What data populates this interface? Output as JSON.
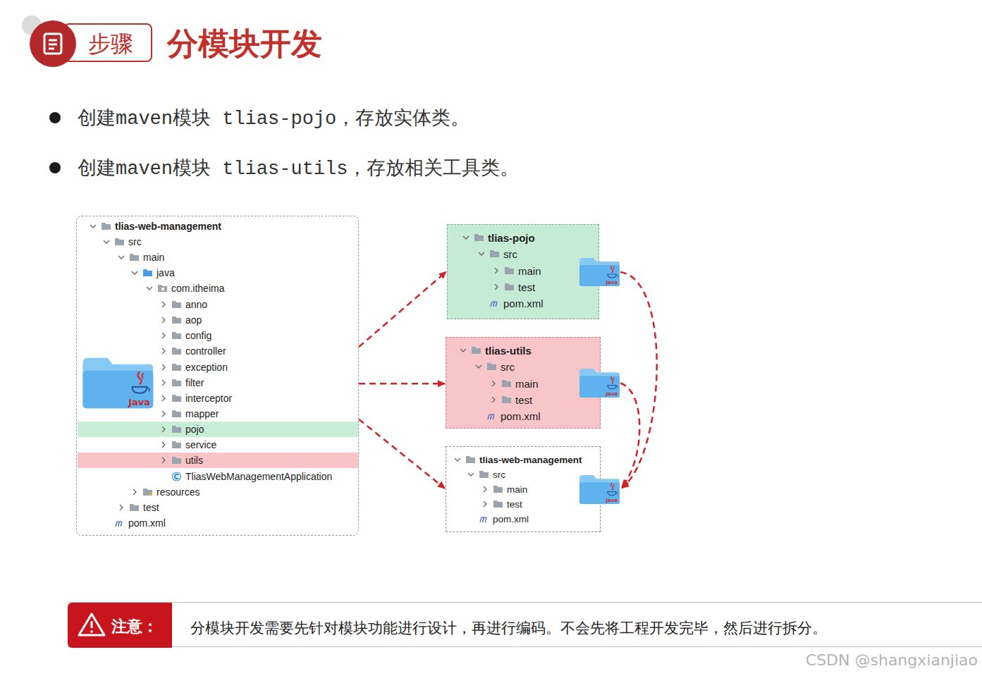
{
  "diagram": {
    "title": "分模块开发",
    "nodes": [
      {
        "text": [
          "步骤"
        ]
      },
      {
        "text": [
          "tlias-web-management",
          "src",
          "main",
          "java",
          "com.itheima",
          "anno",
          "aop",
          "config",
          "controller",
          "exception",
          "filter",
          "interceptor",
          "mapper",
          "service",
          "TliasWebManagementApplication",
          "resources",
          "test",
          "pom.xml"
        ]
      },
      {
        "text": [
          "Java"
        ],
        "in": 1
      },
      {
        "text": [
          "pojo"
        ],
        "in": 1
      },
      {
        "text": [
          "utils"
        ],
        "in": 1
      },
      {
        "text": [
          "tlias-pojo",
          "src",
          "main",
          "test",
          "pom.xml"
        ]
      },
      {
        "text": [
          "Java"
        ]
      },
      {
        "text": [
          "tlias-utils",
          "src",
          "main",
          "test",
          "pom.xml"
        ]
      },
      {
        "text": [
          "Java"
        ]
      },
      {
        "text": [
          "tlias-web-management",
          "src",
          "main",
          "test",
          "pom.xml"
        ]
      },
      {
        "text": [
          "Java"
        ]
      },
      {
        "text": [
          "分模块开发需要先针对模块功能进行设计，再进行编码。不会先将工程开发完毕，然后进行拆分。"
        ]
      },
      {
        "text": [
          "注意："
        ],
        "in": 11
      }
    ],
    "edges": [
      {
        "from": 1,
        "to": 5,
        "arrow": "to"
      },
      {
        "from": 1,
        "to": 7,
        "arrow": "to"
      },
      {
        "from": 1,
        "to": 9,
        "arrow": "to"
      },
      {
        "from": 6,
        "to": 10,
        "arrow": "to"
      },
      {
        "from": 8,
        "to": 10,
        "arrow": "to"
      }
    ],
    "labels": [
      "创建maven模块 tlias-pojo，存放实体类。",
      "创建maven模块 tlias-utils，存放相关工具类。",
      "CSDN @shangxianjiao"
    ]
  }
}
